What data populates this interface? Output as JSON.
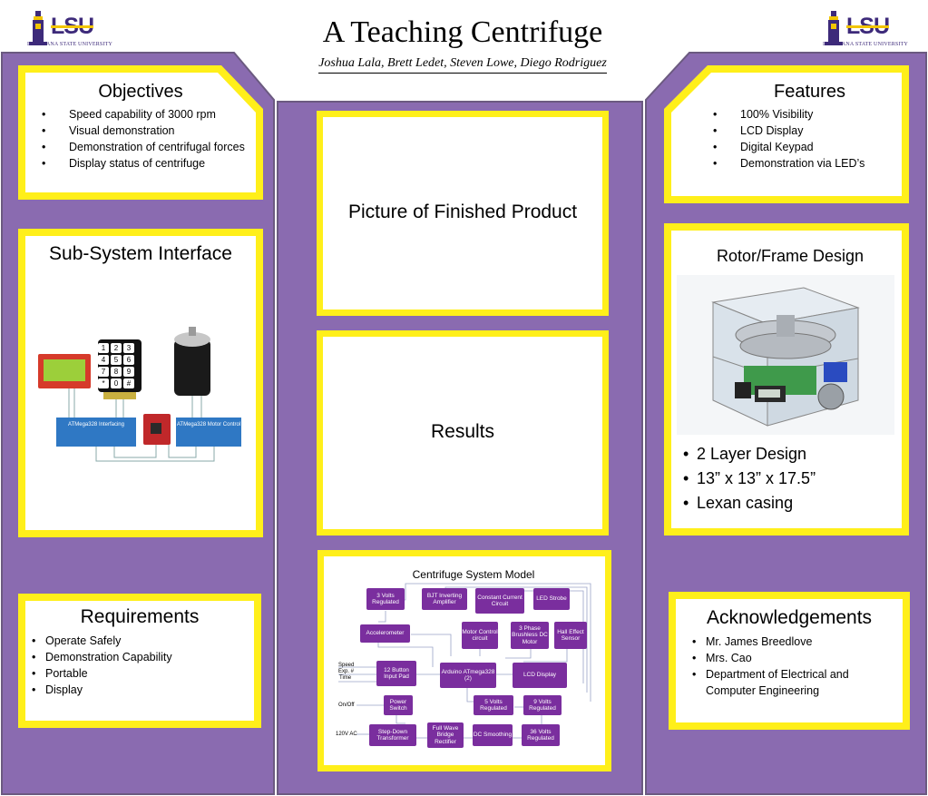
{
  "header": {
    "title": "A Teaching Centrifuge",
    "authors": "Joshua Lala, Brett Ledet, Steven Lowe, Diego Rodriguez",
    "logo_text": "LSU",
    "logo_sub": "LOUISIANA STATE UNIVERSITY"
  },
  "colors": {
    "panel": "#8a6bb0",
    "frame": "#ffef1a",
    "accent": "#7a2e9e",
    "logo": "#3d2a7a"
  },
  "objectives": {
    "heading": "Objectives",
    "items": [
      "Speed capability of 3000 rpm",
      "Visual demonstration",
      "Demonstration of centrifugal forces",
      "Display status of centrifuge"
    ]
  },
  "features": {
    "heading": "Features",
    "items": [
      "100% Visibility",
      "LCD Display",
      "Digital Keypad",
      "Demonstration via LED’s"
    ]
  },
  "subsystem": {
    "heading": "Sub-System Interface",
    "keypad": [
      "1",
      "2",
      "3",
      "4",
      "5",
      "6",
      "7",
      "8",
      "9",
      "*",
      "0",
      "#"
    ],
    "block_left": "ATMega328 Interfacing",
    "block_right": "ATMega328 Motor Control"
  },
  "finished_product": {
    "label": "Picture of Finished Product"
  },
  "results": {
    "label": "Results"
  },
  "rotor": {
    "heading": "Rotor/Frame Design",
    "items": [
      "2 Layer Design",
      "13” x 13” x 17.5”",
      "Lexan casing"
    ]
  },
  "requirements": {
    "heading": "Requirements",
    "items": [
      "Operate Safely",
      "Demonstration Capability",
      "Portable",
      "Display"
    ]
  },
  "acknowledgements": {
    "heading": "Acknowledgements",
    "items": [
      "Mr. James Breedlove",
      "Mrs. Cao",
      "Department of Electrical and Computer Engineering"
    ]
  },
  "system_model": {
    "title": "Centrifuge System Model",
    "blocks": {
      "v3": "3 Volts Regulated",
      "bjt": "BJT Inverting Amplifier",
      "ccc": "Constant Current Circuit",
      "led": "LED Strobe",
      "accel": "Accelerometer",
      "mcc": "Motor Control circuit",
      "bldc": "3 Phase Brushless DC Motor",
      "hall": "Hall Effect Sensor",
      "keypad": "12 Button Input Pad",
      "arduino": "Arduino ATmega328 (2)",
      "lcd": "LCD Display",
      "v5": "5 Volts Regulated",
      "v9": "9 Volts Regulated",
      "power": "Power Switch",
      "stepdown": "Step-Down Transformer",
      "rectifier": "Full Wave Bridge Rectifier",
      "dcsmooth": "DC Smoothing",
      "v36": "36 Volts Regulated"
    },
    "labels": {
      "speed": "Speed",
      "exp": "Exp. #",
      "time": "Time",
      "onoff": "On/Off",
      "ac": "120V AC"
    }
  }
}
